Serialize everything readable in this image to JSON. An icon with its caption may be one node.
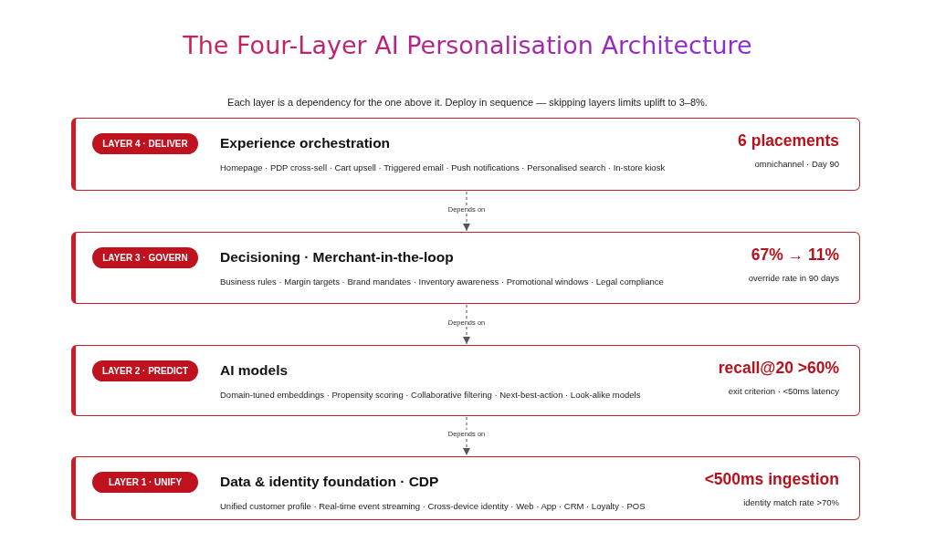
{
  "diagram": {
    "title": "The Four-Layer AI Personalisation Architecture",
    "nodes": [
      {
        "text": [
          "LAYER 4 · DELIVER",
          "Experience orchestration",
          "Homepage · PDP cross-sell · Cart upsell · Triggered email · Push notifications · Personalised search · In-store kiosk",
          "6 placements",
          "omnichannel · Day 90"
        ]
      },
      {
        "text": [
          "LAYER 3 · GOVERN",
          "Decisioning · Merchant-in-the-loop",
          "Business rules · Margin targets · Brand mandates · Inventory awareness · Promotional windows · Legal compliance",
          "67% → 11%",
          "override rate in 90 days"
        ]
      },
      {
        "text": [
          "LAYER 2 · PREDICT",
          "AI models",
          "Domain-tuned embeddings · Propensity scoring · Collaborative filtering · Next-best-action · Look-alike models",
          "recall@20 >60%",
          "exit criterion · <50ms latency"
        ]
      },
      {
        "text": [
          "LAYER 1 · UNIFY",
          "Data & identity foundation · CDP",
          "Unified customer profile · Real-time event streaming · Cross-device identity · Web · App · CRM · Loyalty · POS",
          "<500ms ingestion",
          "identity match rate >70%"
        ]
      }
    ],
    "edges": [
      {
        "from": 0,
        "to": 1,
        "arrow": "to",
        "label": "Depends on",
        "style": "dashed"
      },
      {
        "from": 1,
        "to": 2,
        "arrow": "to",
        "label": "Depends on",
        "style": "dashed"
      },
      {
        "from": 2,
        "to": 3,
        "arrow": "to",
        "label": "Depends on",
        "style": "dashed"
      }
    ],
    "labels": [
      "Each layer is a dependency for the one above it. Deploy in sequence — skipping layers limits uplift to 3–8%."
    ]
  }
}
